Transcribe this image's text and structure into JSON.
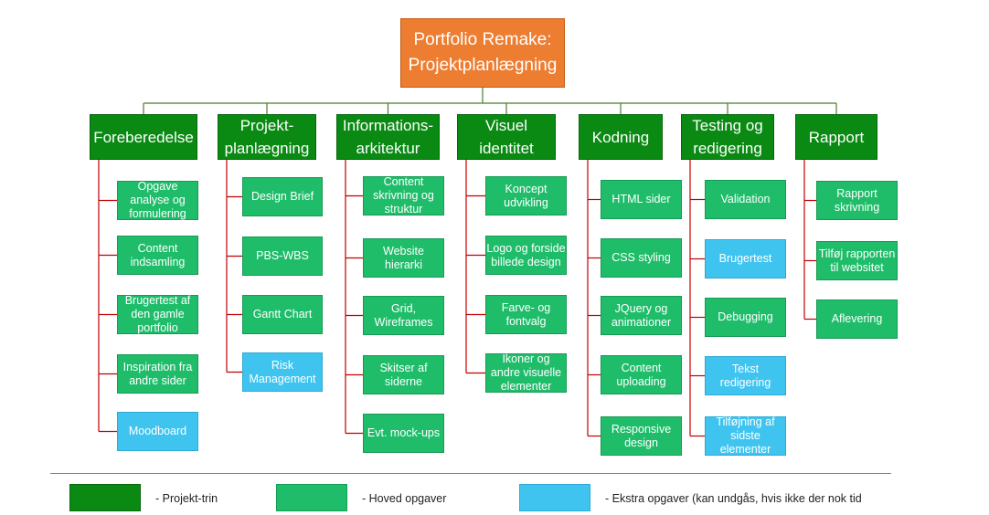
{
  "root": "Portfolio Remake:\nProjektplanlægning",
  "columns": [
    {
      "title": "Foreberedelse",
      "tasks": [
        {
          "label": "Opgave analyse og formulering",
          "kind": "main"
        },
        {
          "label": "Content\nindsamling",
          "kind": "main"
        },
        {
          "label": "Brugertest af den gamle portfolio",
          "kind": "main"
        },
        {
          "label": "Inspiration fra andre sider",
          "kind": "main"
        },
        {
          "label": "Moodboard",
          "kind": "extra"
        }
      ]
    },
    {
      "title": "Projekt-\nplanlægning",
      "tasks": [
        {
          "label": "Design Brief",
          "kind": "main"
        },
        {
          "label": "PBS-WBS",
          "kind": "main"
        },
        {
          "label": "Gantt Chart",
          "kind": "main"
        },
        {
          "label": "Risk Management",
          "kind": "extra"
        }
      ]
    },
    {
      "title": "Informations-\narkitektur",
      "tasks": [
        {
          "label": "Content skrivning og struktur",
          "kind": "main"
        },
        {
          "label": "Website\nhierarki",
          "kind": "main"
        },
        {
          "label": "Grid,\nWireframes",
          "kind": "main"
        },
        {
          "label": "Skitser af\nsiderne",
          "kind": "main"
        },
        {
          "label": "Evt. mock-ups",
          "kind": "main"
        }
      ]
    },
    {
      "title": "Visuel\nidentitet",
      "tasks": [
        {
          "label": "Koncept\nudvikling",
          "kind": "main"
        },
        {
          "label": "Logo og forside billede design",
          "kind": "main"
        },
        {
          "label": "Farve- og\nfontvalg",
          "kind": "main"
        },
        {
          "label": "Ikoner og andre visuelle elementer",
          "kind": "main"
        }
      ]
    },
    {
      "title": "Kodning",
      "tasks": [
        {
          "label": "HTML sider",
          "kind": "main"
        },
        {
          "label": "CSS styling",
          "kind": "main"
        },
        {
          "label": "JQuery og animationer",
          "kind": "main"
        },
        {
          "label": "Content\nuploading",
          "kind": "main"
        },
        {
          "label": "Responsive design",
          "kind": "main"
        }
      ]
    },
    {
      "title": "Testing og\nredigering",
      "tasks": [
        {
          "label": "Validation",
          "kind": "main"
        },
        {
          "label": "Brugertest",
          "kind": "extra"
        },
        {
          "label": "Debugging",
          "kind": "main"
        },
        {
          "label": "Tekst\nredigering",
          "kind": "extra"
        },
        {
          "label": "Tilføjning af sidste elementer",
          "kind": "extra"
        }
      ]
    },
    {
      "title": "Rapport",
      "tasks": [
        {
          "label": "Rapport\nskrivning",
          "kind": "main"
        },
        {
          "label": "Tilføj rapporten til websitet",
          "kind": "main"
        },
        {
          "label": "Aflevering",
          "kind": "main"
        }
      ]
    }
  ],
  "legend": [
    {
      "label": "- Projekt-trin",
      "kind": "phase"
    },
    {
      "label": "- Hoved opgaver",
      "kind": "main"
    },
    {
      "label": "- Ekstra opgaver (kan undgås, hvis ikke der nok tid",
      "kind": "extra"
    }
  ],
  "colors": {
    "root": "#ed7d31",
    "phase": "#0a8a13",
    "main": "#1fbd6a",
    "extra": "#3fc4f0",
    "connector": "#c00000",
    "root_connector": "#4e7a2e"
  }
}
